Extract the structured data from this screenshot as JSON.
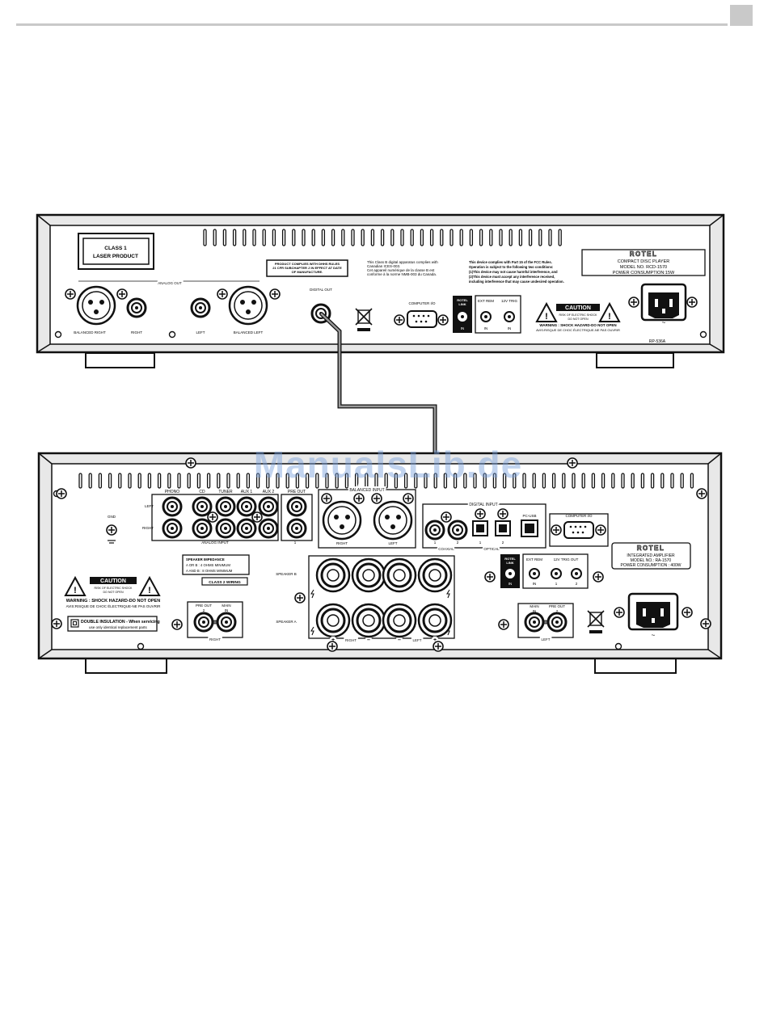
{
  "watermark": "ManualsLib.de",
  "cd_player": {
    "laser_label": [
      "CLASS 1",
      "LASER PRODUCT"
    ],
    "dhhs_label": [
      "PRODUCT COMPLIES WITH DHHS RULES",
      "21 CFR SUBCHAPTER J IN EFFECT AT DATE",
      "OF MANUFACTURE."
    ],
    "canada_notice": [
      "This Class B digital apparatus complies with",
      "Canadian ICES-003.",
      "Cet appareil numérique de la classe B est",
      "conforme à la norme NMB-003 du Canada."
    ],
    "fcc_notice": [
      "This device complies with Part 15 of the FCC Rules.",
      "Operation is subject to the following two conditions:",
      "(1)This device may not cause harmful interference, and",
      "(2)This device must accept any interference received,",
      "including interference that may cause undesired operation."
    ],
    "brand": "ROTEL",
    "model_lines": [
      "COMPACT DISC PLAYER",
      "MODEL NO. RCD-1570",
      "POWER CONSUMPTION:15W"
    ],
    "analog_out": "ANALOG OUT",
    "balanced_right": "BALANCED RIGHT",
    "right": "RIGHT",
    "left": "LEFT",
    "balanced_left": "BALANCED LEFT",
    "digital_out": "DIGITAL OUT",
    "computer_io": "COMPUTER I/O",
    "rotel_link": [
      "ROTEL",
      "LINK"
    ],
    "in": "IN",
    "ext_rem": "EXT REM",
    "trig": "12V TRIG",
    "caution": "CAUTION",
    "caution_sub": [
      "RISK OF ELECTRIC SHOCK",
      "DO NOT OPEN"
    ],
    "warning_lines": [
      "WARNING : SHOCK HAZARD-DO NOT OPEN",
      "AVIS:RISQUE DE CHOC ÉLECTRIQUE-NE PAS OUVRIR"
    ],
    "part_no": "RP-536A",
    "ac_symbol": "~"
  },
  "amplifier": {
    "phono": "PHONO",
    "cd": "CD",
    "tuner": "TUNER",
    "aux1": "AUX 1",
    "aux2": "AUX 2",
    "pre_out": "PRE OUT",
    "left": "LEFT",
    "right": "RIGHT",
    "analog_input": "ANALOG INPUT",
    "one": "1",
    "two": "2",
    "gnd": "GND",
    "balanced_input": "BALANCED INPUT",
    "digital_input": "DIGITAL INPUT",
    "pc_usb": "PC-USB",
    "coaxial": "COAXIAL",
    "optical": "OPTICAL",
    "computer_io": "COMPUTER I/O",
    "brand": "ROTEL",
    "model_lines": [
      "INTEGRATED AMPLIFIER",
      "MODEL NO.: RA-1570",
      "POWER CONSUMPTION : 400W"
    ],
    "speaker_impedance": [
      "SPEAKER IMPEDANCE",
      "A  OR  B  : 4 OHMS MINIMUM",
      "A AND B  : 8 OHMS MINIMUM"
    ],
    "class2": "CLASS 2 WIRING",
    "speaker_b": "SPEAKER B",
    "speaker_a": "SPEAKER A",
    "plus": "+",
    "minus": "–",
    "rotel_link": [
      "ROTEL",
      "LINK"
    ],
    "in": "IN",
    "ext_rem": "EXT REM",
    "trig_out": "12V TRIG OUT",
    "caution": "CAUTION",
    "caution_sub": [
      "RISK OF ELECTRIC SHOCK",
      "DO NOT OPEN"
    ],
    "warning_lines": [
      "WARNING : SHOCK HAZARD-DO NOT OPEN",
      "AVIS:RISQUE DE CHOC ÉLECTRIQUE-NE PAS OUVRIR"
    ],
    "double_insulation": [
      "DOUBLE INSULATION - When servicing",
      "use only identical replacement parts"
    ],
    "main": "MAIN",
    "main_in": "MAIN",
    "ac_symbol": "~"
  }
}
